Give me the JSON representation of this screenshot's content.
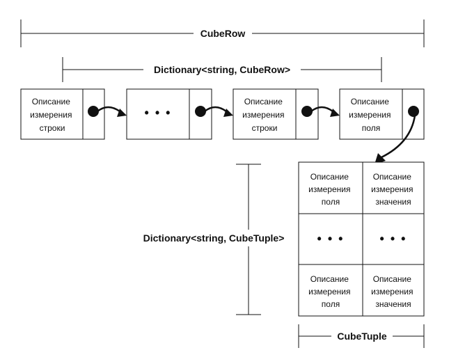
{
  "labels": {
    "cube_row": "CubeRow",
    "dictionary_cuberow": "Dictionary<string, CubeRow>",
    "dictionary_cubetuple": "Dictionary<string, CubeTuple>",
    "cube_tuple": "CubeTuple"
  },
  "chain": {
    "node1": [
      "Описание",
      "измерения",
      "строки"
    ],
    "node2": "• • •",
    "node3": [
      "Описание",
      "измерения",
      "строки"
    ],
    "node4": [
      "Описание",
      "измерения",
      "поля"
    ]
  },
  "tuple": {
    "r1c1": [
      "Описание",
      "измерения",
      "поля"
    ],
    "r1c2": [
      "Описание",
      "измерения",
      "значения"
    ],
    "r2c1": "• • •",
    "r2c2": "• • •",
    "r3c1": [
      "Описание",
      "измерения",
      "поля"
    ],
    "r3c2": [
      "Описание",
      "измерения",
      "значения"
    ]
  },
  "colors": {
    "stroke": "#111111",
    "background": "#ffffff"
  }
}
